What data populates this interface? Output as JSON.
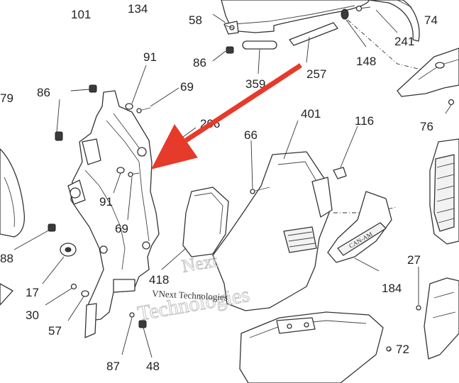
{
  "callouts": [
    {
      "id": "c101",
      "text": "101"
    },
    {
      "id": "c134",
      "text": "134"
    },
    {
      "id": "c58",
      "text": "58"
    },
    {
      "id": "c74",
      "text": "74"
    },
    {
      "id": "c241",
      "text": "241"
    },
    {
      "id": "c148",
      "text": "148"
    },
    {
      "id": "c86a",
      "text": "86"
    },
    {
      "id": "c359",
      "text": "359"
    },
    {
      "id": "c257",
      "text": "257"
    },
    {
      "id": "c91a",
      "text": "91"
    },
    {
      "id": "c69a",
      "text": "69"
    },
    {
      "id": "c86b",
      "text": "86"
    },
    {
      "id": "c79",
      "text": "79"
    },
    {
      "id": "c206",
      "text": "206"
    },
    {
      "id": "c401",
      "text": "401"
    },
    {
      "id": "c116",
      "text": "116"
    },
    {
      "id": "c66",
      "text": "66"
    },
    {
      "id": "c76",
      "text": "76"
    },
    {
      "id": "c91b",
      "text": "91"
    },
    {
      "id": "c69b",
      "text": "69"
    },
    {
      "id": "c88",
      "text": "88"
    },
    {
      "id": "c27",
      "text": "27"
    },
    {
      "id": "c418",
      "text": "418"
    },
    {
      "id": "c17",
      "text": "17"
    },
    {
      "id": "c184",
      "text": "184"
    },
    {
      "id": "c30",
      "text": "30"
    },
    {
      "id": "c57",
      "text": "57"
    },
    {
      "id": "c72",
      "text": "72"
    },
    {
      "id": "c87",
      "text": "87"
    },
    {
      "id": "c48",
      "text": "48"
    }
  ],
  "watermark": {
    "line1": "Next",
    "line2": "Technologies",
    "line3": "VNext Technologies"
  },
  "side_panel_badge": "CAN-AM",
  "colors": {
    "arrow": "#e63a2a",
    "ink": "#222222",
    "watermark": "#bdbdbd"
  },
  "icons": {
    "pointer": "red-arrow-icon"
  }
}
